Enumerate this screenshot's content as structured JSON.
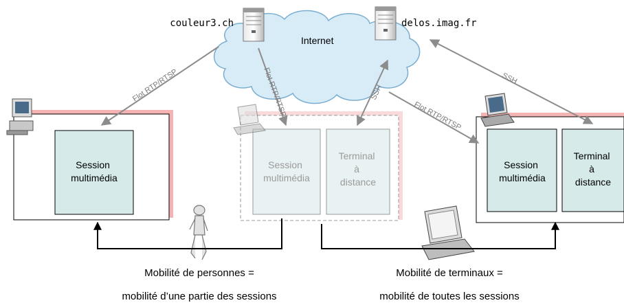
{
  "servers": {
    "left": {
      "name": "couleur3.ch",
      "icon": "server-tower-icon"
    },
    "right": {
      "name": "delos.imag.fr",
      "icon": "server-tower-icon"
    }
  },
  "cloud": {
    "label": "Internet",
    "icon": "cloud-icon"
  },
  "arrows": {
    "flot_left": "Flot RTP/RTSP",
    "flot_mid": "Flot RTP/RTSP",
    "ssh_mid": "SSH",
    "flot_right": "Flot RTP/RTSP",
    "ssh_right": "SSH"
  },
  "screens": {
    "left": {
      "device_icon": "desktop-computer-icon",
      "session": [
        "Session",
        "multimédia"
      ]
    },
    "middle": {
      "device_icon": "laptop-icon",
      "session": [
        "Session",
        "multimédia"
      ],
      "terminal": [
        "Terminal",
        "à",
        "distance"
      ]
    },
    "right": {
      "device_icon": "laptop-icon",
      "session": [
        "Session",
        "multimédia"
      ],
      "terminal": [
        "Terminal",
        "à",
        "distance"
      ]
    }
  },
  "person_icon": "walking-person-icon",
  "mobile_laptop_icon": "laptop-icon",
  "captions": {
    "persons": [
      "Mobilité de personnes =",
      "mobilité d’une partie des sessions"
    ],
    "terminals": [
      "Mobilité de terminaux =",
      "mobilité de toutes les sessions"
    ]
  },
  "colors": {
    "session_fill": "#d6eaea",
    "session_fill_faded": "#e8f2f2",
    "shadow": "#f4b4b4",
    "arrow_gray": "#8c8c8c",
    "cloud_fill": "#d8ecf8",
    "cloud_stroke": "#7aaed0"
  }
}
